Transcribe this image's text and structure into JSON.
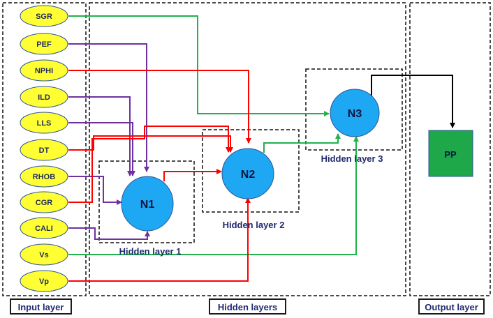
{
  "layers": {
    "input": "Input layer",
    "hidden": "Hidden layers",
    "output": "Output layer"
  },
  "inputs": [
    "SGR",
    "PEF",
    "NPHI",
    "ILD",
    "LLS",
    "DT",
    "RHOB",
    "CGR",
    "CALI",
    "Vs",
    "Vp"
  ],
  "neurons": {
    "n1": "N1",
    "n2": "N2",
    "n3": "N3"
  },
  "hidden_captions": {
    "h1": "Hidden layer 1",
    "h2": "Hidden layer 2",
    "h3": "Hidden layer 3"
  },
  "output": "PP",
  "colors": {
    "input_fill": "#ffff33",
    "neuron_fill": "#1ea7f2",
    "output_fill": "#1ea84a",
    "green_link": "#22b14c",
    "purple_link": "#7030a0",
    "red_link": "#ff0000",
    "black_link": "#000000"
  }
}
